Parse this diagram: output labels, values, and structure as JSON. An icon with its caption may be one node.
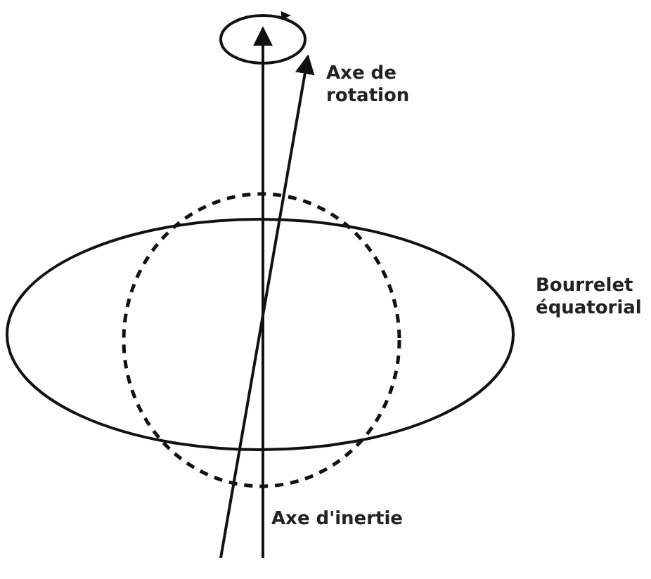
{
  "diagram": {
    "labels": [
      "Axe de rotation",
      "Bourrelet équatorial",
      "Axe d'inertie"
    ]
  }
}
